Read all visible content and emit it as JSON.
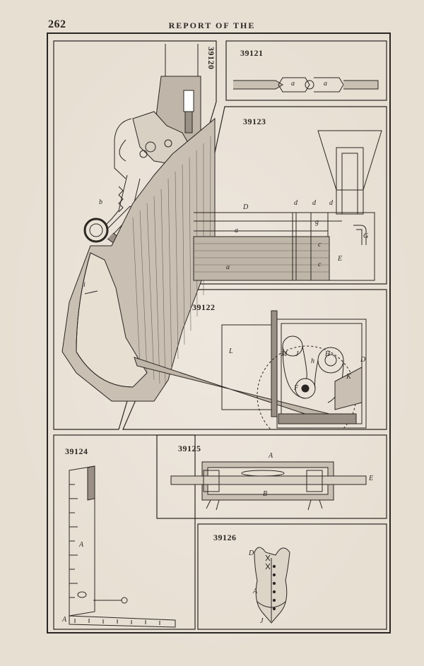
{
  "header": {
    "page_number": "262",
    "running_head": "REPORT OF THE"
  },
  "figures": [
    {
      "id": "39120",
      "labels": [
        "b",
        "i"
      ]
    },
    {
      "id": "39121",
      "labels": [
        "a",
        "a"
      ]
    },
    {
      "id": "39123",
      "labels": [
        "D",
        "d",
        "d",
        "d",
        "a",
        "g",
        "c",
        "c",
        "G",
        "a",
        "E"
      ]
    },
    {
      "id": "39122",
      "labels": [
        "L",
        "M",
        "J",
        "h",
        "H",
        "K",
        "D",
        "F"
      ]
    },
    {
      "id": "39124",
      "labels": [
        "A",
        "A"
      ]
    },
    {
      "id": "39125",
      "labels": [
        "A",
        "B",
        "E"
      ]
    },
    {
      "id": "39126",
      "labels": [
        "D",
        "A",
        "J"
      ]
    }
  ]
}
